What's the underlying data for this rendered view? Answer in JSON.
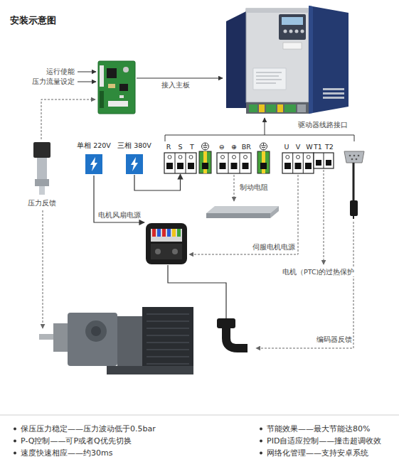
{
  "diagram": {
    "title": "安装示意图",
    "nodes": [
      {
        "text": [
          "单相 220V"
        ]
      },
      {
        "text": [
          "三相 380V"
        ]
      },
      {
        "text": [
          "R",
          "S",
          "T"
        ]
      },
      {
        "text": [
          "⊖",
          "⊕",
          "BR"
        ]
      },
      {
        "text": [
          "U",
          "V",
          "W"
        ]
      },
      {
        "text": [
          "T1",
          "T2"
        ]
      }
    ],
    "edges": [
      {
        "from": 1,
        "to": 2,
        "arrow": "to"
      }
    ],
    "labels": [
      "运行使能",
      "压力流量设定",
      "接入主板",
      "驱动器线路接口",
      "制动电阻",
      "电机风扇电源",
      "伺服电机电源",
      "电机（PTC)的过热保护",
      "压力反馈",
      "编码器反馈",
      "保压压力稳定——压力波动低于0.5bar",
      "P-Q控制——可P或者Q优先切换",
      "速度快速相应——约30ms",
      "节能效果——最大节能达80%",
      "PID自适应控制——撞击超调收效",
      "网络化管理——支持安卓系统"
    ]
  }
}
